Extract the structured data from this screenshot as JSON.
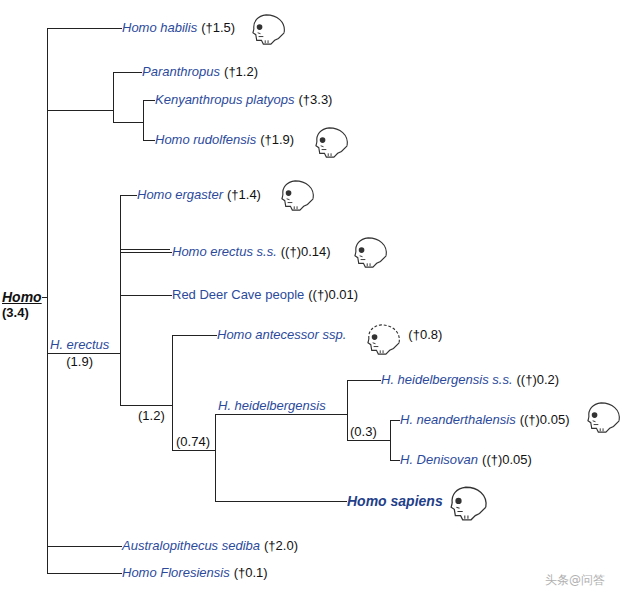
{
  "diagram": {
    "nodes": [
      {
        "text": [
          "Homo",
          "(3.4)"
        ]
      },
      {
        "text": [
          "Homo habilis",
          "(†1.5)"
        ]
      },
      {
        "text": [
          "Paranthropus",
          "(†1.2)"
        ]
      },
      {
        "text": [
          "Kenyanthropus platyops",
          "(†3.3)"
        ]
      },
      {
        "text": [
          "Homo rudolfensis",
          "(†1.9)"
        ]
      },
      {
        "text": [
          "H. erectus",
          "(1.9)"
        ]
      },
      {
        "text": [
          "Homo ergaster",
          "(†1.4)"
        ]
      },
      {
        "text": [
          "Homo erectus s.s.",
          "((†)0.14)"
        ]
      },
      {
        "text": [
          "Red Deer Cave people",
          "((†)0.01)"
        ]
      },
      {
        "text": [
          "Homo antecessor ssp.",
          "(†0.8)"
        ]
      },
      {
        "text": [
          "H. heidelbergensis"
        ]
      },
      {
        "text": [
          "H. heidelbergensis s.s.",
          "((†)0.2)"
        ]
      },
      {
        "text": [
          "H. neanderthalensis",
          "((†)0.05)"
        ]
      },
      {
        "text": [
          "H. Denisovan",
          "((†)0.05)"
        ]
      },
      {
        "text": [
          "Homo sapiens"
        ]
      },
      {
        "text": [
          "Australopithecus sediba",
          "(†2.0)"
        ]
      },
      {
        "text": [
          "Homo Floresiensis",
          "(†0.1)"
        ]
      }
    ],
    "edges": [
      {
        "from": 0,
        "to": 1,
        "arrow": "none"
      },
      {
        "from": 0,
        "to": 2,
        "arrow": "none"
      },
      {
        "from": 0,
        "to": 3,
        "arrow": "none"
      },
      {
        "from": 0,
        "to": 4,
        "arrow": "none"
      },
      {
        "from": 0,
        "to": 5,
        "arrow": "none"
      },
      {
        "from": 0,
        "to": 15,
        "arrow": "none"
      },
      {
        "from": 0,
        "to": 16,
        "arrow": "none"
      },
      {
        "from": 5,
        "to": 6,
        "arrow": "none"
      },
      {
        "from": 5,
        "to": 7,
        "arrow": "none"
      },
      {
        "from": 5,
        "to": 8,
        "arrow": "none"
      },
      {
        "from": 5,
        "to": 9,
        "arrow": "none"
      },
      {
        "from": 5,
        "to": 10,
        "arrow": "none"
      },
      {
        "from": 5,
        "to": 14,
        "arrow": "none"
      },
      {
        "from": 10,
        "to": 11,
        "arrow": "none"
      },
      {
        "from": 10,
        "to": 12,
        "arrow": "none"
      },
      {
        "from": 10,
        "to": 13,
        "arrow": "none"
      }
    ],
    "labels": [
      "(1.2)",
      "(0.74)",
      "(0.3)",
      "头条@问答"
    ]
  }
}
